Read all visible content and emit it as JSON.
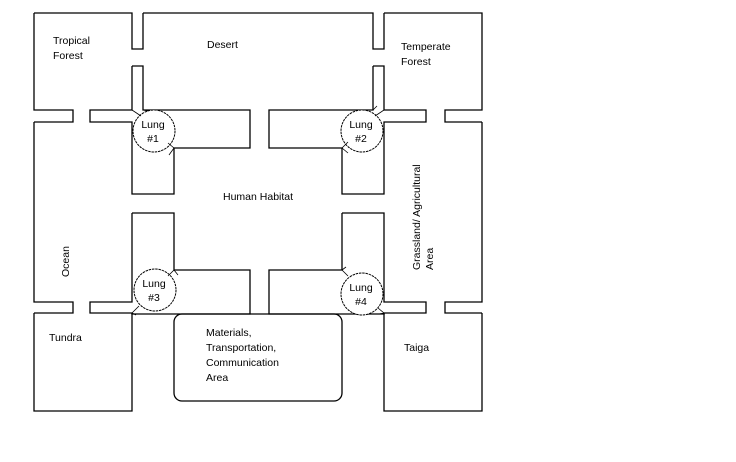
{
  "diagram": {
    "title": "Habitat floor plan",
    "stroke_color": "#000000",
    "background_color": "#ffffff",
    "rooms": {
      "tropical_forest": [
        "Tropical",
        "Forest"
      ],
      "desert": "Desert",
      "temperate_forest": [
        "Temperate",
        "Forest"
      ],
      "ocean": "Ocean",
      "human_habitat": "Human Habitat",
      "grassland": [
        "Grassland/ Agricultural",
        "Area"
      ],
      "tundra": "Tundra",
      "materials": [
        "Materials,",
        "Transportation,",
        "Communication",
        "Area"
      ],
      "taiga": "Taiga"
    },
    "lungs": [
      {
        "line1": "Lung",
        "line2": "#1"
      },
      {
        "line1": "Lung",
        "line2": "#2"
      },
      {
        "line1": "Lung",
        "line2": "#3"
      },
      {
        "line1": "Lung",
        "line2": "#4"
      }
    ]
  }
}
